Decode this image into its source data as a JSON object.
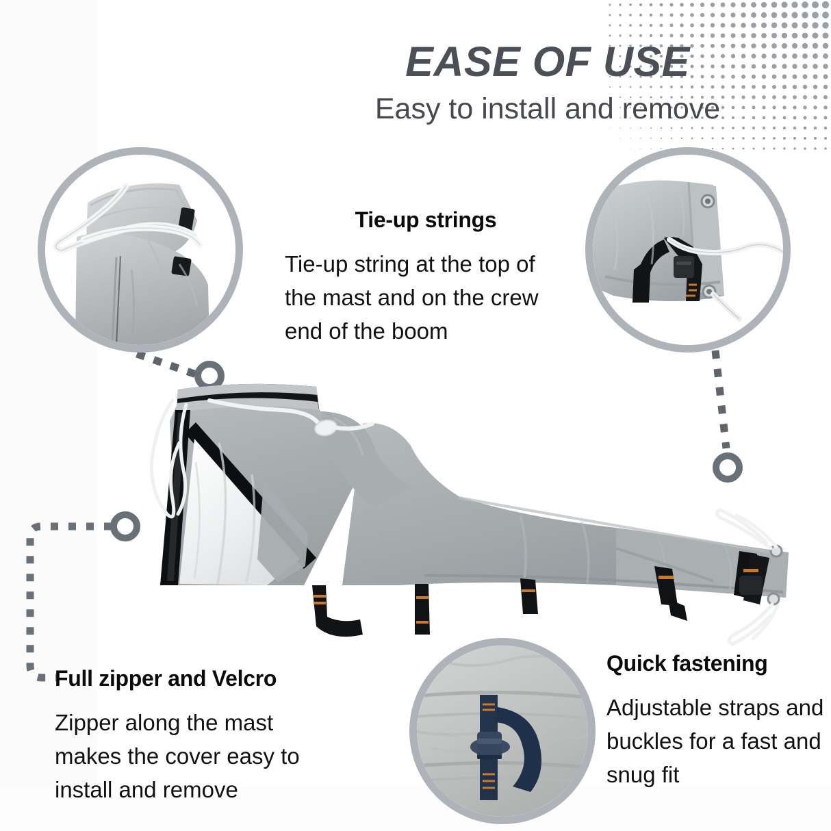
{
  "header": {
    "title": "EASE OF USE",
    "subtitle": "Easy to install and remove"
  },
  "colors": {
    "title_gray": "#4c4f55",
    "body_black": "#111111",
    "ring_gray": "#aeb3b9",
    "connector_gray": "#5f656b",
    "marker_gray": "#6a7077",
    "fabric_gray": "#a9aeb2",
    "strap_black": "#141414",
    "strap_navy": "#23344c",
    "accent_orange": "#c87a2a",
    "background": "#ffffff"
  },
  "callouts": [
    {
      "id": "tie-up-strings",
      "title": "Tie-up strings",
      "body": "Tie-up string at the top of the mast and on the crew end of the boom"
    },
    {
      "id": "full-zipper-and-velcro",
      "title": "Full zipper and Velcro",
      "body": "Zipper along the mast makes the cover easy to install and remove"
    },
    {
      "id": "quick-fastening",
      "title": "Quick fastening",
      "body": "Adjustable straps and buckles for a fast and snug fit"
    }
  ],
  "photos": [
    {
      "id": "photo-tie-up-mast-top",
      "alt": "Tie-up string wrapped around top of mast cover"
    },
    {
      "id": "photo-tie-up-boom-end",
      "alt": "Tie-up string and black strap at crew end of boom"
    },
    {
      "id": "photo-quick-fastening",
      "alt": "Navy adjustable strap with side-release buckle"
    }
  ],
  "product": {
    "id": "main-product-photo",
    "alt": "Grey mainsail boom and mast cover laid flat with zipper, velcro and straps"
  },
  "icons": {
    "ring_marker": "ring-marker-icon",
    "dashed_line": "dashed-connector-icon",
    "halftone": "halftone-dots-icon"
  }
}
